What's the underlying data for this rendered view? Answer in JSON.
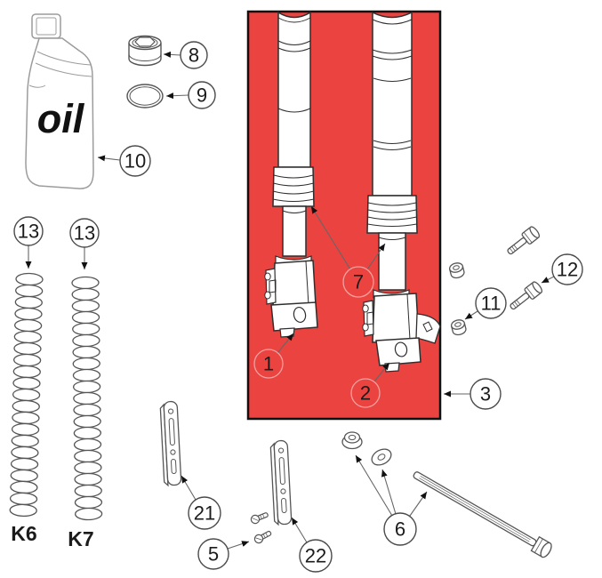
{
  "colors": {
    "highlight_red": "#ea4340"
  },
  "labels": {
    "oil_bottle": "oil",
    "spring_left": "K6",
    "spring_right": "K7"
  },
  "callouts": {
    "c1": "1",
    "c2": "2",
    "c3": "3",
    "c5": "5",
    "c6": "6",
    "c7": "7",
    "c8": "8",
    "c9": "9",
    "c10": "10",
    "c11": "11",
    "c12": "12",
    "c13_left": "13",
    "c13_right": "13",
    "c21": "21",
    "c22": "22"
  }
}
